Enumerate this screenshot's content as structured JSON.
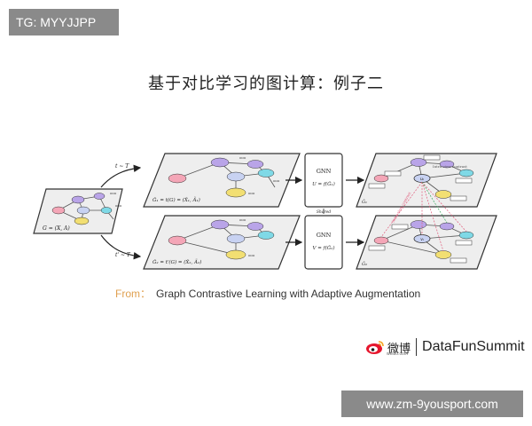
{
  "watermark_top": "TG: MYYJJPP",
  "watermark_bottom": "www.zm-9yousport.com",
  "slide_title": "基于对比学习的图计算：例子二",
  "diagram": {
    "input_label": "G = (X, A)",
    "aug1_label": "t ~ T",
    "aug2_label": "t' ~ T",
    "view1_label": "G̃₁ = t(G) = (X̃₁, Ã₁)",
    "view2_label": "G̃₂ = t'(G) = (X̃₂, Ã₂)",
    "gnn1_title": "GNN",
    "gnn1_formula": "U = f(G̃₁)",
    "gnn2_title": "GNN",
    "gnn2_formula": "V = f(G̃₂)",
    "shared_label": "Shared",
    "out1_label": "G̃₁",
    "out2_label": "G̃₂",
    "intra_view_label": "Intra-view contrast",
    "inter_view_label": "Inter-view contrast",
    "node_u": "uᵢ",
    "node_v": "vᵢ",
    "ellipsis": "ooo",
    "node_colors": [
      "#f4a6b7",
      "#b9a4e8",
      "#f2df72",
      "#7fd9e6",
      "#c8d2f2"
    ]
  },
  "caption": {
    "from": "From：",
    "text": "Graph Contrastive Learning with Adaptive Augmentation"
  },
  "brand": {
    "weibo": "微博",
    "weibo_sub": "weibo.com",
    "name": "DataFunSummit"
  }
}
